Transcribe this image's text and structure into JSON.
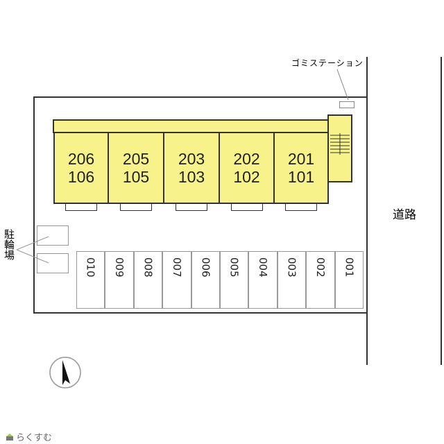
{
  "units": [
    {
      "upper": "206",
      "lower": "106"
    },
    {
      "upper": "205",
      "lower": "105"
    },
    {
      "upper": "203",
      "lower": "103"
    },
    {
      "upper": "202",
      "lower": "102"
    },
    {
      "upper": "201",
      "lower": "101"
    }
  ],
  "parking": [
    "010",
    "009",
    "008",
    "007",
    "006",
    "005",
    "004",
    "003",
    "002",
    "001"
  ],
  "garbage_station": "ゴミステーション",
  "road": "道路",
  "bicycle_parking": "駐輪場",
  "logo_text": "らくすむ",
  "colors": {
    "building": "#f7f38a",
    "line": "#333333"
  }
}
